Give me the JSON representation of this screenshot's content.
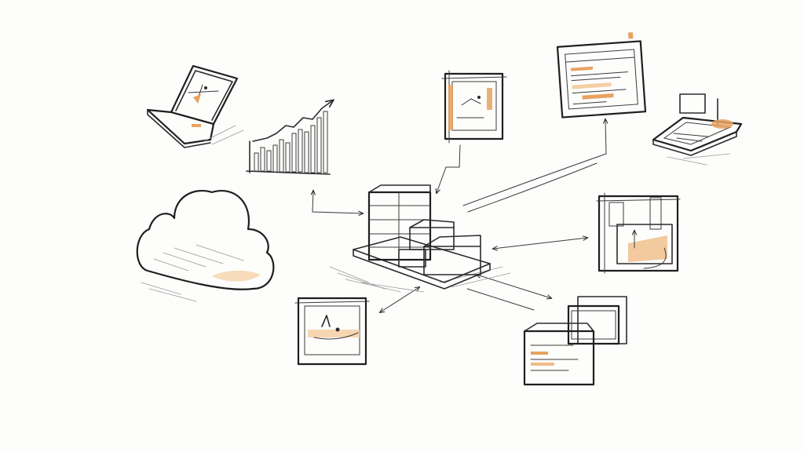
{
  "colors": {
    "background": "#fdfdfc",
    "ink": "#2a2a2a",
    "accent": "#e8a25f",
    "accent_light": "#f4cfa5",
    "shadow": "#9a9a9a"
  },
  "nodes": [
    {
      "id": "central-server-stack",
      "icon": "server-rack-with-boxes-icon"
    },
    {
      "id": "cloud",
      "icon": "cloud-icon"
    },
    {
      "id": "laptop",
      "icon": "laptop-icon"
    },
    {
      "id": "bar-chart",
      "icon": "bar-chart-icon"
    },
    {
      "id": "framed-image-top",
      "icon": "framed-picture-icon"
    },
    {
      "id": "document-window",
      "icon": "document-window-icon"
    },
    {
      "id": "tablet-device",
      "icon": "tablet-device-icon"
    },
    {
      "id": "panel-board",
      "icon": "panel-board-icon"
    },
    {
      "id": "monitor-pair",
      "icon": "monitor-stack-icon"
    },
    {
      "id": "framed-image-bottom",
      "icon": "framed-picture-icon"
    }
  ]
}
